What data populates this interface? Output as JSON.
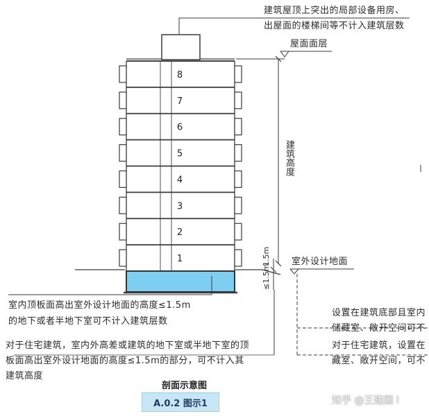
{
  "floors": [
    "1",
    "2",
    "3",
    "4",
    "5",
    "6",
    "7",
    "8"
  ],
  "annotations": {
    "roof_note_line1": "建筑屋顶上突出的局部设备用房、",
    "roof_note_line2": "出屋面的楼梯间等不计入建筑层数",
    "roof_level": "屋面面层",
    "building_height": "建筑高度",
    "ground_level": "室外设计地面",
    "dim_top": "1.5m",
    "dim_bottom": "≤1.5m",
    "basement_note_line1": "室内顶板面高出室外设计地面的高度≤1.5m",
    "basement_note_line2": "的地下或者半地下室可不计入建筑层数",
    "residential_note_line1": "对于住宅建筑，室内外高差或建筑的地下室或半地下室的顶",
    "residential_note_line2": "板面高出室外设计地面的高度≤1.5m的部分，可不计入其",
    "residential_note_line3": "建筑高度",
    "right_note1_line1": "设置在建筑底部且室内",
    "right_note1_line2": "储藏室、敞开空间可不",
    "right_note2_line1": "对于住宅建筑，设置在",
    "right_note2_line2": "藏室、敞开空间，可不"
  },
  "caption": {
    "title": "剖面示意图",
    "figure": "A.0.2 图示1"
  },
  "watermark": "知乎 @王建国 l",
  "colors": {
    "line": "#3a3a3a",
    "basement_fill": "#7ecef2",
    "caption_bg": "#c7e7f6"
  }
}
